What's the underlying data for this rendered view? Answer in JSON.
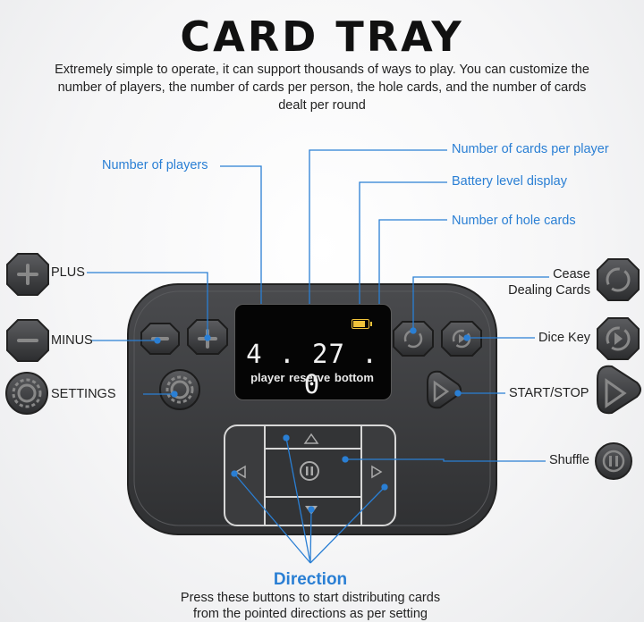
{
  "header": {
    "title": "CARD TRAY",
    "intro": "Extremely simple to operate, it can support thousands of ways to play. You can customize the number of players, the number of cards per person, the hole cards, and the number of cards dealt per round"
  },
  "callouts": {
    "players": "Number of players",
    "cards_per_player": "Number  of cards per player",
    "battery": "Battery level display",
    "hole_cards": "Number of hole cards",
    "plus": "PLUS",
    "minus": "MINUS",
    "settings": "SETTINGS",
    "cease_line1": "Cease",
    "cease_line2": "Dealing Cards",
    "dice": "Dice Key",
    "start_stop": "START/STOP",
    "shuffle": "Shuffle"
  },
  "display": {
    "numbers": "4 . 27 . 0",
    "words": "player reserve bottom"
  },
  "direction": {
    "title": "Direction",
    "line1": "Press these buttons to start distributing cards",
    "line2": "from the pointed directions as per setting"
  },
  "colors": {
    "accent": "#2a7fd4",
    "device": "#3a3b3d",
    "battery": "#f0c33a"
  },
  "icons": [
    "plus-icon",
    "minus-icon",
    "gear-icon",
    "cease-icon",
    "dice-icon",
    "play-icon",
    "pause-icon",
    "arrow-up-icon",
    "arrow-down-icon",
    "arrow-left-icon",
    "arrow-right-icon"
  ]
}
